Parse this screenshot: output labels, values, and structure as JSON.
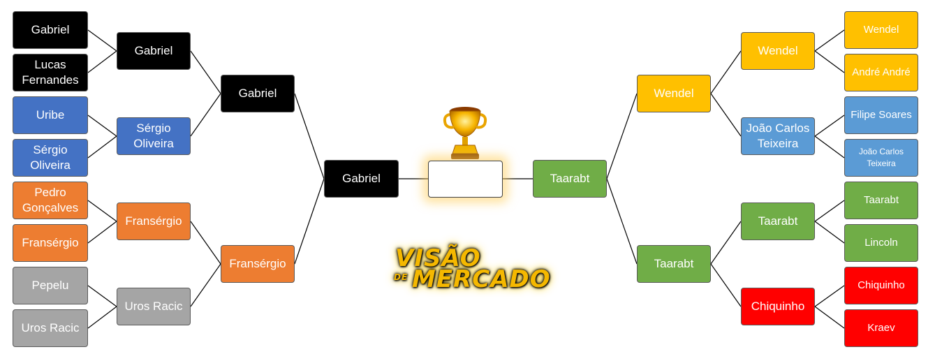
{
  "bracket": {
    "left": {
      "round1": [
        {
          "name": "Gabriel",
          "color": "#000000"
        },
        {
          "name": "Lucas Fernandes",
          "color": "#000000"
        },
        {
          "name": "Uribe",
          "color": "#4472c4"
        },
        {
          "name": "Sérgio Oliveira",
          "color": "#4472c4"
        },
        {
          "name": "Pedro Gonçalves",
          "color": "#ed7d31"
        },
        {
          "name": "Fransérgio",
          "color": "#ed7d31"
        },
        {
          "name": "Pepelu",
          "color": "#a5a5a5"
        },
        {
          "name": "Uros Racic",
          "color": "#a5a5a5"
        }
      ],
      "round2": [
        {
          "name": "Gabriel",
          "color": "#000000"
        },
        {
          "name": "Sérgio Oliveira",
          "color": "#4472c4"
        },
        {
          "name": "Fransérgio",
          "color": "#ed7d31"
        },
        {
          "name": "Uros Racic",
          "color": "#a5a5a5"
        }
      ],
      "round3": [
        {
          "name": "Gabriel",
          "color": "#000000"
        },
        {
          "name": "Fransérgio",
          "color": "#ed7d31"
        }
      ],
      "semifinal": {
        "name": "Gabriel",
        "color": "#000000"
      }
    },
    "right": {
      "round1": [
        {
          "name": "Wendel",
          "color": "#ffc000"
        },
        {
          "name": "André André",
          "color": "#ffc000"
        },
        {
          "name": "Filipe Soares",
          "color": "#5b9bd5"
        },
        {
          "name": "João Carlos Teixeira",
          "color": "#5b9bd5"
        },
        {
          "name": "Taarabt",
          "color": "#70ad47"
        },
        {
          "name": "Lincoln",
          "color": "#70ad47"
        },
        {
          "name": "Chiquinho",
          "color": "#ff0000"
        },
        {
          "name": "Kraev",
          "color": "#ff0000"
        }
      ],
      "round2": [
        {
          "name": "Wendel",
          "color": "#ffc000"
        },
        {
          "name": "João Carlos Teixeira",
          "color": "#5b9bd5"
        },
        {
          "name": "Taarabt",
          "color": "#70ad47"
        },
        {
          "name": "Chiquinho",
          "color": "#ff0000"
        }
      ],
      "round3": [
        {
          "name": "Wendel",
          "color": "#ffc000"
        },
        {
          "name": "Taarabt",
          "color": "#70ad47"
        }
      ],
      "semifinal": {
        "name": "Taarabt",
        "color": "#70ad47"
      }
    },
    "champion": ""
  },
  "logo": {
    "line1": "VISÃO",
    "line2": "DE",
    "line3": "MERCADO",
    "color": "#f5b800"
  },
  "icons": {
    "trophy": "trophy-icon"
  }
}
